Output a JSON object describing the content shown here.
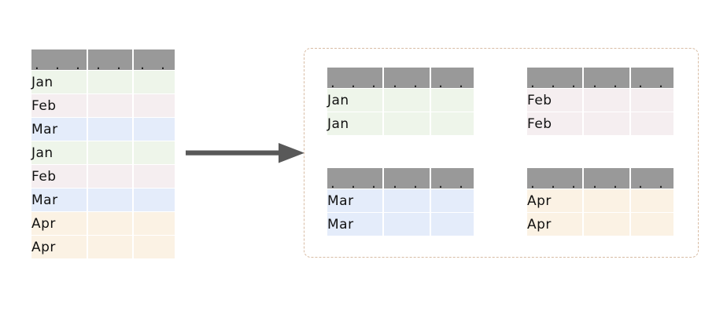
{
  "diagram": {
    "title": "group-by-month-split",
    "arrow": {
      "icon": "right-arrow-icon",
      "color": "#595959",
      "direction": "right"
    },
    "panel": {
      "border_color": "#d8bca4",
      "border_style": "dashed"
    },
    "header_color": "#999999",
    "header_dots": ". . ."
  },
  "source_table": {
    "name": "source-table",
    "headers": [
      ". . .",
      ". . .",
      ". . ."
    ],
    "rows": [
      {
        "label": "Jan",
        "tint": "#eef5ea",
        "group": "jan"
      },
      {
        "label": "Feb",
        "tint": "#f5eef0",
        "group": "feb"
      },
      {
        "label": "Mar",
        "tint": "#e4ecfa",
        "group": "mar"
      },
      {
        "label": "Jan",
        "tint": "#eef5ea",
        "group": "jan"
      },
      {
        "label": "Feb",
        "tint": "#f5eef0",
        "group": "feb"
      },
      {
        "label": "Mar",
        "tint": "#e4ecfa",
        "group": "mar"
      },
      {
        "label": "Apr",
        "tint": "#fbf2e4",
        "group": "apr"
      },
      {
        "label": "Apr",
        "tint": "#fbf2e4",
        "group": "apr"
      }
    ]
  },
  "groups": [
    {
      "key": "jan",
      "name": "group-table-jan",
      "headers": [
        ". . .",
        ". . .",
        ". . ."
      ],
      "tint": "#eef5ea",
      "rows": [
        {
          "label": "Jan"
        },
        {
          "label": "Jan"
        }
      ]
    },
    {
      "key": "feb",
      "name": "group-table-feb",
      "headers": [
        ". . .",
        ". . .",
        ". . ."
      ],
      "tint": "#f5eef0",
      "rows": [
        {
          "label": "Feb"
        },
        {
          "label": "Feb"
        }
      ]
    },
    {
      "key": "mar",
      "name": "group-table-mar",
      "headers": [
        ". . .",
        ". . .",
        ". . ."
      ],
      "tint": "#e4ecfa",
      "rows": [
        {
          "label": "Mar"
        },
        {
          "label": "Mar"
        }
      ]
    },
    {
      "key": "apr",
      "name": "group-table-apr",
      "headers": [
        ". . .",
        ". . .",
        ". . ."
      ],
      "tint": "#fbf2e4",
      "rows": [
        {
          "label": "Apr"
        },
        {
          "label": "Apr"
        }
      ]
    }
  ]
}
